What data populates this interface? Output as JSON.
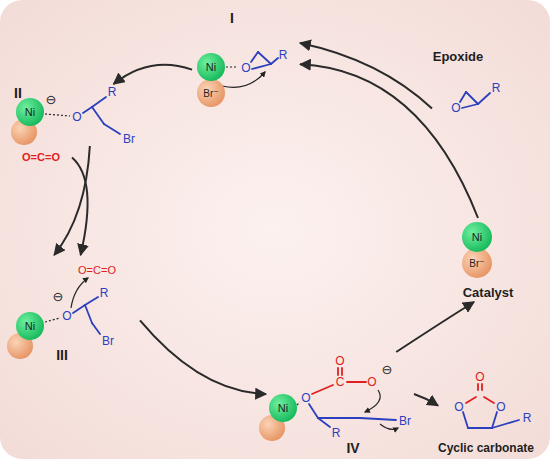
{
  "diagram": {
    "nodes": [
      {
        "text": [
          "I"
        ]
      },
      {
        "text": [
          "Epoxide"
        ]
      },
      {
        "text": [
          "II"
        ]
      },
      {
        "text": [
          "O=C=O"
        ]
      },
      {
        "text": [
          "Catalyst"
        ]
      },
      {
        "text": [
          "III"
        ]
      },
      {
        "text": [
          "IV"
        ]
      },
      {
        "text": [
          "Cyclic carbonate"
        ]
      }
    ],
    "edges": [
      {
        "from": 4,
        "to": 0,
        "arrow": "to"
      },
      {
        "from": 1,
        "to": 0,
        "arrow": "to"
      },
      {
        "from": 0,
        "to": 2,
        "arrow": "to"
      },
      {
        "from": 2,
        "to": 5,
        "arrow": "to"
      },
      {
        "from": 3,
        "to": 5,
        "arrow": "to"
      },
      {
        "from": 5,
        "to": 6,
        "arrow": "to"
      },
      {
        "from": 6,
        "to": 4,
        "arrow": "to"
      },
      {
        "from": 6,
        "to": 7,
        "arrow": "to"
      }
    ],
    "labels": [
      "Ni",
      "Br⁻",
      "O",
      "R",
      "Ni",
      "⊖",
      "O",
      "R",
      "Br",
      "O=C=O",
      "⊖",
      "Ni",
      "O",
      "R",
      "Br",
      "Ni",
      "O",
      "C",
      "O",
      "O",
      "⊖",
      "R",
      "Br",
      "O",
      "O",
      "O",
      "R",
      "Ni",
      "Br⁻",
      "O",
      "R"
    ]
  }
}
